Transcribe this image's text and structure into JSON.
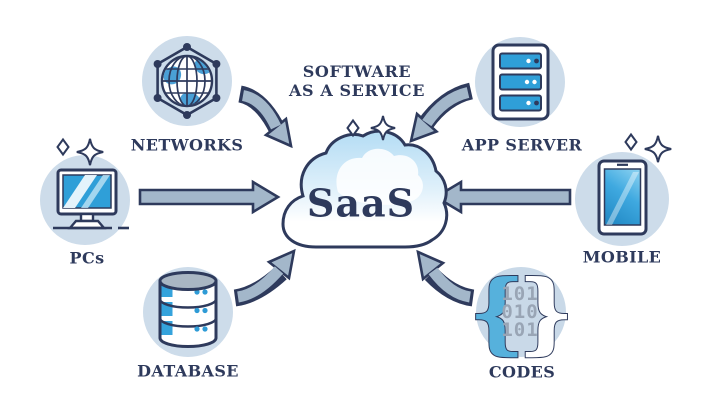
{
  "diagram": {
    "center_label": "SaaS",
    "title_line1": "SOFTWARE",
    "title_line2": "AS A SERVICE",
    "nodes": [
      {
        "id": "networks",
        "label": "NETWORKS",
        "icon": "globe-network-icon"
      },
      {
        "id": "app-server",
        "label": "APP SERVER",
        "icon": "server-rack-icon"
      },
      {
        "id": "pcs",
        "label": "PCs",
        "icon": "desktop-computer-icon"
      },
      {
        "id": "mobile",
        "label": "MOBILE",
        "icon": "smartphone-icon"
      },
      {
        "id": "database",
        "label": "DATABASE",
        "icon": "database-cylinder-icon"
      },
      {
        "id": "codes",
        "label": "CODES",
        "icon": "code-braces-icon"
      }
    ],
    "codes_binary": {
      "line1": "101",
      "line2": "010",
      "line3": "101"
    },
    "connections": [
      {
        "from": "networks",
        "to": "saas-cloud"
      },
      {
        "from": "app-server",
        "to": "saas-cloud"
      },
      {
        "from": "pcs",
        "to": "saas-cloud"
      },
      {
        "from": "mobile",
        "to": "saas-cloud"
      },
      {
        "from": "database",
        "to": "saas-cloud"
      },
      {
        "from": "codes",
        "to": "saas-cloud"
      }
    ],
    "colors": {
      "outline_navy": "#2e3a5c",
      "node_circle_fill": "#cddcea",
      "arrow_fill": "#a3b7ca",
      "device_screen_blue": "#2f9fd8",
      "cloud_blue": "#b3dcf4",
      "binary_gray": "#99a5b5",
      "globe_land_blue": "#4aa0d6",
      "database_top_gray": "#a9b6c3",
      "brace_cyan": "#56b1dc"
    }
  }
}
